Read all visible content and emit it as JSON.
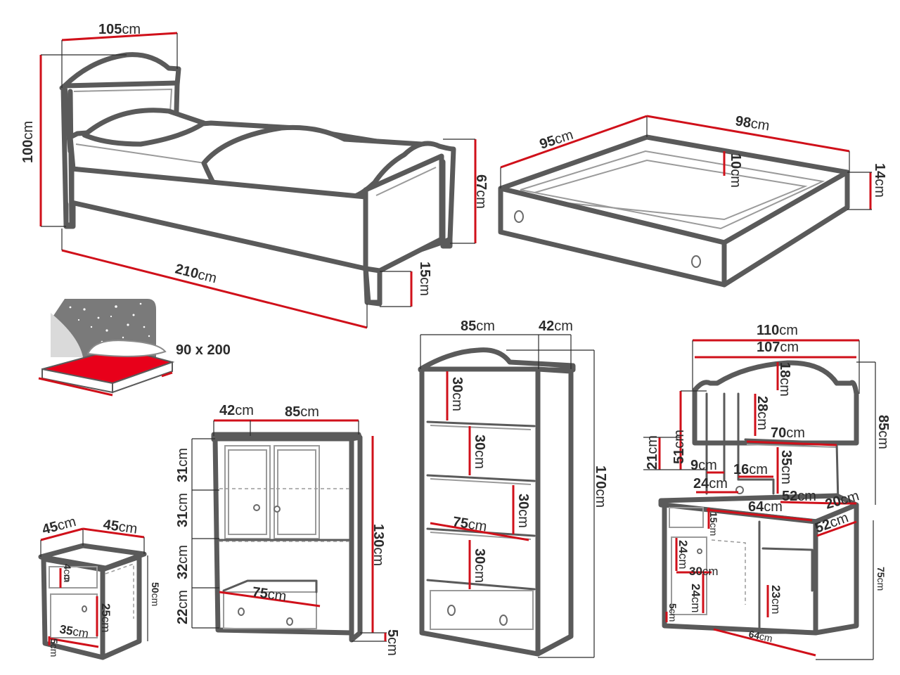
{
  "labels": {
    "bed_width": {
      "num": "105",
      "unit": "cm"
    },
    "bed_height": {
      "num": "100",
      "unit": "cm"
    },
    "bed_foot_height": {
      "num": "67",
      "unit": "cm"
    },
    "bed_length": {
      "num": "210",
      "unit": "cm"
    },
    "bed_leg": {
      "num": "15",
      "unit": "cm"
    },
    "drawer_depth": {
      "num": "95",
      "unit": "cm"
    },
    "drawer_width": {
      "num": "98",
      "unit": "cm"
    },
    "drawer_inner": {
      "num": "10",
      "unit": "cm"
    },
    "drawer_height": {
      "num": "14",
      "unit": "cm"
    },
    "mattress_size": "90 x 200",
    "wardrobe_depth": {
      "num": "42",
      "unit": "cm"
    },
    "wardrobe_width": {
      "num": "85",
      "unit": "cm"
    },
    "wardrobe_s1": {
      "num": "31",
      "unit": "cm"
    },
    "wardrobe_s2": {
      "num": "31",
      "unit": "cm"
    },
    "wardrobe_s3": {
      "num": "32",
      "unit": "cm"
    },
    "wardrobe_s4": {
      "num": "22",
      "unit": "cm"
    },
    "wardrobe_height": {
      "num": "130",
      "unit": "cm"
    },
    "wardrobe_inner": {
      "num": "75",
      "unit": "cm"
    },
    "wardrobe_leg": {
      "num": "5",
      "unit": "cm"
    },
    "shelf_width": {
      "num": "85",
      "unit": "cm"
    },
    "shelf_depth": {
      "num": "42",
      "unit": "cm"
    },
    "shelf_c1": {
      "num": "30",
      "unit": "cm"
    },
    "shelf_c2": {
      "num": "30",
      "unit": "cm"
    },
    "shelf_c3": {
      "num": "30",
      "unit": "cm"
    },
    "shelf_c4": {
      "num": "30",
      "unit": "cm"
    },
    "shelf_inner": {
      "num": "75",
      "unit": "cm"
    },
    "shelf_height": {
      "num": "170",
      "unit": "cm"
    },
    "night_w1": {
      "num": "45",
      "unit": "cm"
    },
    "night_w2": {
      "num": "45",
      "unit": "cm"
    },
    "night_drawer": {
      "num": "4",
      "unit": "cm"
    },
    "night_door": {
      "num": "25",
      "unit": "cm"
    },
    "night_inner": {
      "num": "35",
      "unit": "cm"
    },
    "night_leg": {
      "num": "5",
      "unit": "cm"
    },
    "night_height": {
      "num": "50",
      "unit": "cm"
    },
    "desk_top_outer": {
      "num": "110",
      "unit": "cm"
    },
    "desk_top_inner": {
      "num": "107",
      "unit": "cm"
    },
    "desk_h18": {
      "num": "18",
      "unit": "cm"
    },
    "desk_h28": {
      "num": "28",
      "unit": "cm"
    },
    "desk_w70": {
      "num": "70",
      "unit": "cm"
    },
    "desk_h51": {
      "num": "51",
      "unit": "cm"
    },
    "desk_h21": {
      "num": "21",
      "unit": "cm"
    },
    "desk_w9": {
      "num": "9",
      "unit": "cm"
    },
    "desk_w16": {
      "num": "16",
      "unit": "cm"
    },
    "desk_h35": {
      "num": "35",
      "unit": "cm"
    },
    "desk_w24": {
      "num": "24",
      "unit": "cm"
    },
    "desk_w52a": {
      "num": "52",
      "unit": "cm"
    },
    "desk_w20": {
      "num": "20",
      "unit": "cm"
    },
    "desk_w64": {
      "num": "64",
      "unit": "cm"
    },
    "desk_d52": {
      "num": "52",
      "unit": "cm"
    },
    "desk_h85": {
      "num": "85",
      "unit": "cm"
    },
    "desk_h15": {
      "num": "15",
      "unit": "cm"
    },
    "desk_h24a": {
      "num": "24",
      "unit": "cm"
    },
    "desk_w30": {
      "num": "30",
      "unit": "cm"
    },
    "desk_h24b": {
      "num": "24",
      "unit": "cm"
    },
    "desk_h23": {
      "num": "23",
      "unit": "cm"
    },
    "desk_h5": {
      "num": "5",
      "unit": "cm"
    },
    "desk_h75": {
      "num": "75",
      "unit": "cm"
    },
    "desk_w64b": {
      "num": "64",
      "unit": "cm"
    }
  },
  "colors": {
    "outline": "#5a5a5a",
    "dimension_line": "#d0101a",
    "mattress": "#e8001a",
    "night_sky": "#7a7a7a",
    "text": "#2b2b2b"
  }
}
